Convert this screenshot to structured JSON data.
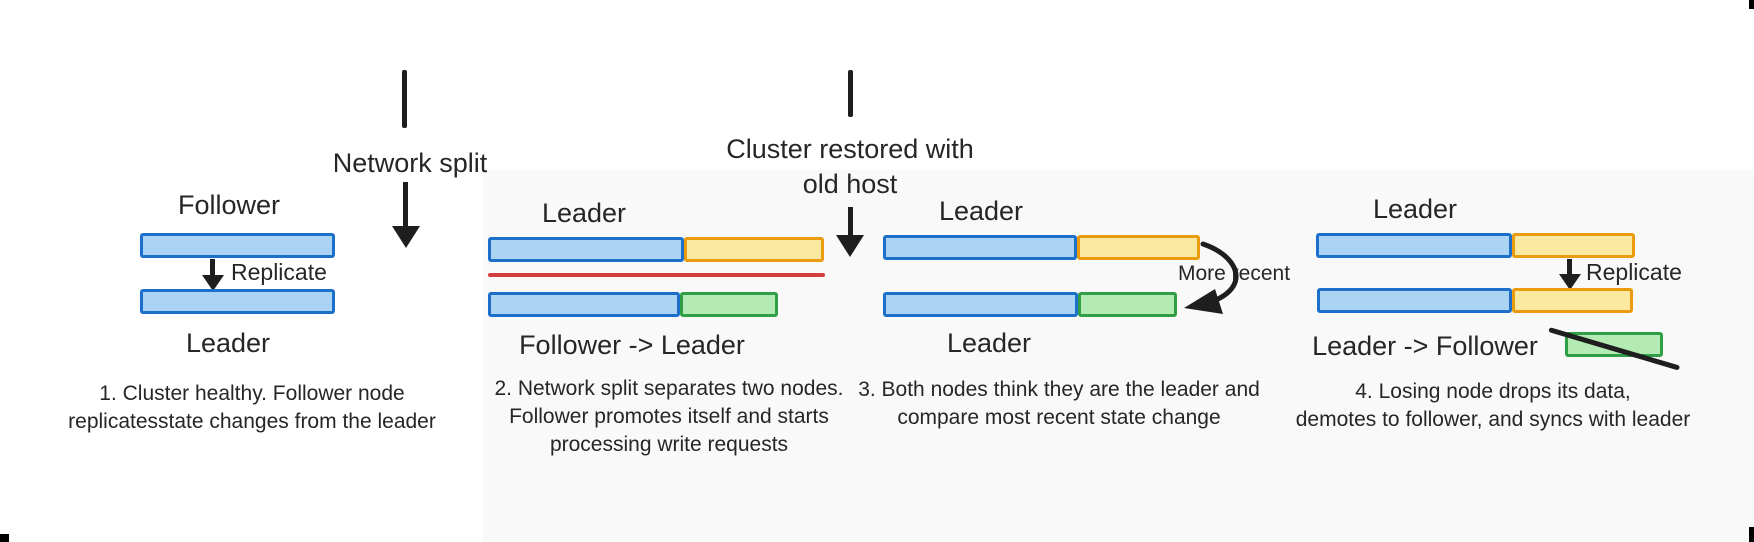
{
  "colors": {
    "bar_blue_fill": "#abd4f4",
    "bar_blue_border": "#1d70c9",
    "bar_yellow_fill": "#fce9a1",
    "bar_yellow_border": "#ec9b0e",
    "bar_green_fill": "#b4ebb4",
    "bar_green_border": "#2f9e44",
    "split_line_red": "#d43d3d",
    "arrow_black": "#1e1e1e",
    "text_color": "#262626",
    "panel_bg": "#f9f9f9",
    "corner_mark": "#000000"
  },
  "annotations": {
    "network_split": {
      "label": "Network split"
    },
    "cluster_restored": {
      "line1": "Cluster restored with",
      "line2": "old host"
    }
  },
  "panels": [
    {
      "top_label": "Follower",
      "bottom_label": "Leader",
      "replicate_label": "Replicate",
      "caption": [
        "1. Cluster healthy. Follower node",
        "replicatesstate changes from the leader"
      ]
    },
    {
      "top_label": "Leader",
      "bottom_label": "Follower -> Leader",
      "caption": [
        "2. Network split separates two nodes.",
        "Follower promotes itself and starts",
        "processing write requests"
      ]
    },
    {
      "top_label": "Leader",
      "bottom_label": "Leader",
      "more_recent_label": "More recent",
      "caption": [
        "3. Both nodes think they are the leader and",
        "compare most recent state change"
      ]
    },
    {
      "top_label": "Leader",
      "bottom_label": "Leader -> Follower",
      "replicate_label": "Replicate",
      "caption": [
        "4. Losing node drops its data,",
        "demotes to follower, and syncs with leader"
      ]
    }
  ]
}
